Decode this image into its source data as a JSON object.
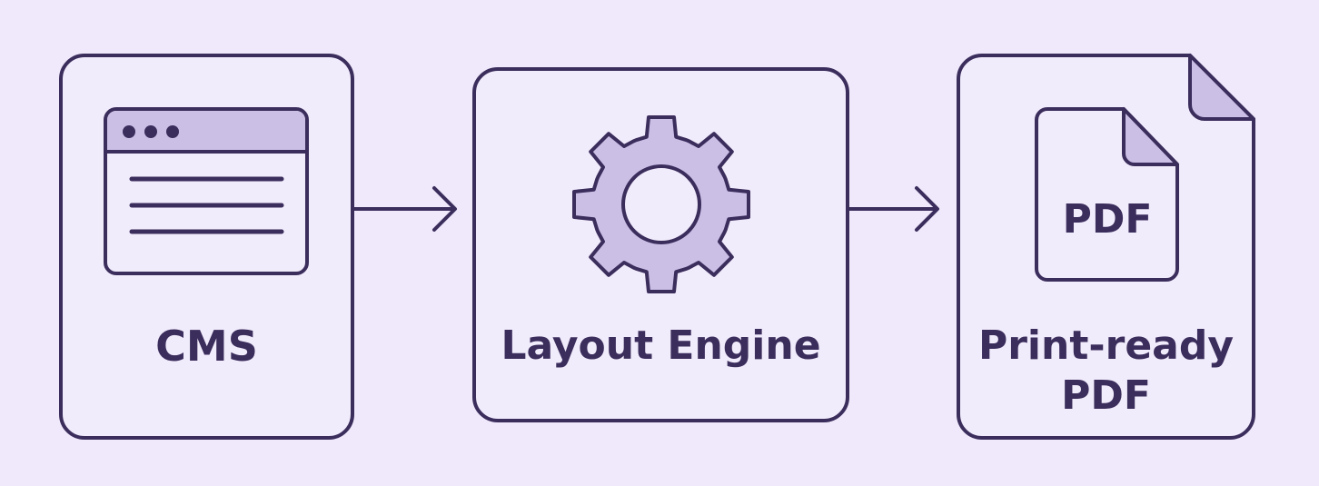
{
  "colors": {
    "background": "#efe9fb",
    "stroke": "#3b2d5c",
    "accent_fill": "#cbbfe6",
    "box_fill": "#f1ecfc"
  },
  "nodes": [
    {
      "id": "cms",
      "label": "CMS",
      "icon": "browser-window-icon"
    },
    {
      "id": "layout",
      "label": "Layout Engine",
      "icon": "gear-icon"
    },
    {
      "id": "pdf",
      "label_line1": "Print-ready",
      "label_line2": "PDF",
      "icon": "pdf-file-icon",
      "icon_text": "PDF"
    }
  ],
  "edges": [
    {
      "from": "cms",
      "to": "layout"
    },
    {
      "from": "layout",
      "to": "pdf"
    }
  ]
}
